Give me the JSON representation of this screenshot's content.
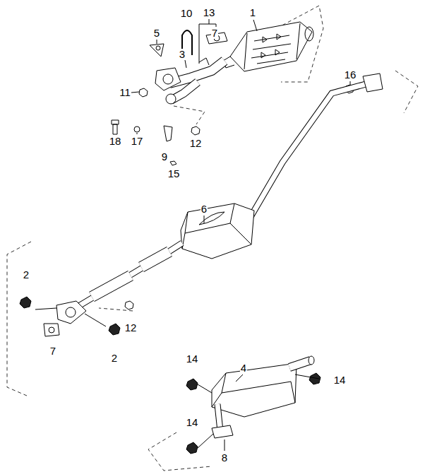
{
  "diagram": {
    "labels": [
      "10",
      "13",
      "1",
      "5",
      "7",
      "3",
      "16",
      "11",
      "18",
      "17",
      "12",
      "9",
      "15",
      "6",
      "2",
      "12",
      "7",
      "2",
      "14",
      "4",
      "14",
      "14",
      "8"
    ]
  }
}
